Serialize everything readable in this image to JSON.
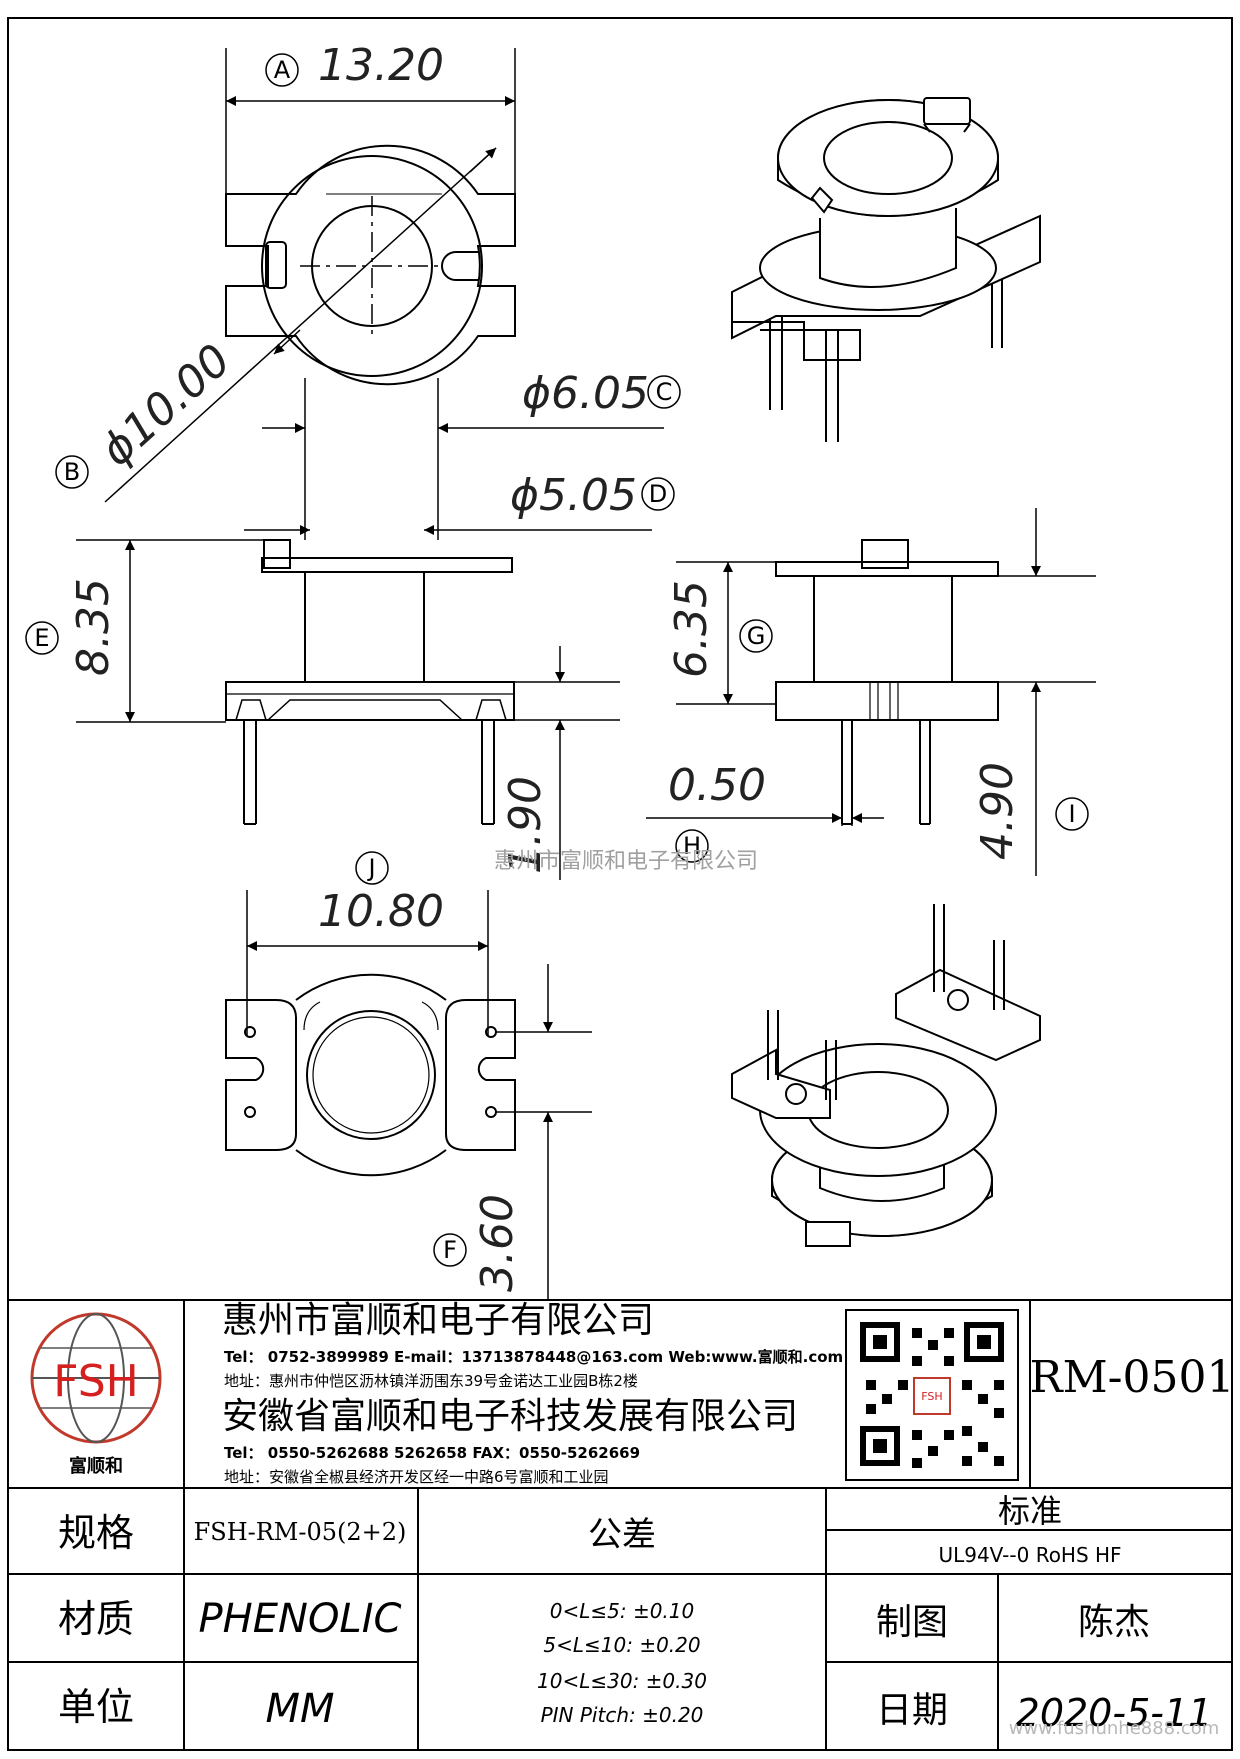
{
  "drawing": {
    "dimensions": {
      "A": {
        "letter": "A",
        "value": "13.20"
      },
      "B": {
        "letter": "B",
        "value": "ϕ10.00"
      },
      "C": {
        "letter": "C",
        "value": "ϕ6.05"
      },
      "D": {
        "letter": "D",
        "value": "ϕ5.05"
      },
      "E": {
        "letter": "E",
        "value": "8.35"
      },
      "F": {
        "letter": "F",
        "value": "3.60"
      },
      "G": {
        "letter": "G",
        "value": "6.35"
      },
      "H": {
        "letter": "H",
        "value": "0.50"
      },
      "I": {
        "letter": "I",
        "value": "4.90"
      },
      "J": {
        "letter": "J",
        "value": "10.80"
      },
      "K": {
        "value": "1.90"
      }
    },
    "watermark": "惠州市富顺和电子有限公司"
  },
  "title_block": {
    "logo": {
      "letters": "FSH",
      "caption": "富顺和"
    },
    "company1": {
      "name": "惠州市富顺和电子有限公司",
      "contact": "Tel： 0752-3899989  E-mail：13713878448@163.com  Web:www.富顺和.com",
      "address": "地址：惠州市仲恺区沥林镇洋沥围东39号金诺达工业园B栋2楼"
    },
    "company2": {
      "name": "安徽省富顺和电子科技发展有限公司",
      "contact": "Tel： 0550-5262688  5262658      FAX：0550-5262669",
      "address": "地址：安徽省全椒县经济开发区经一中路6号富顺和工业园"
    },
    "qr_label": "FSH",
    "part_number": "RM-0501",
    "spec_label": "规格",
    "spec_value": "FSH-RM-05(2+2)",
    "tolerance_label": "公差",
    "tolerance_lines": [
      "0<L≤5: ±0.10",
      "5<L≤10: ±0.20",
      "10<L≤30: ±0.30",
      "PIN Pitch: ±0.20"
    ],
    "standard_label": "标准",
    "standard_value": "UL94V--0  RoHS HF",
    "material_label": "材质",
    "material_value": "PHENOLIC",
    "drawn_label": "制图",
    "drawn_value": "陈杰",
    "unit_label": "单位",
    "unit_value": "MM",
    "date_label": "日期",
    "date_value": "2020-5-11",
    "footer_mark": "www.fushunhe888.com"
  }
}
